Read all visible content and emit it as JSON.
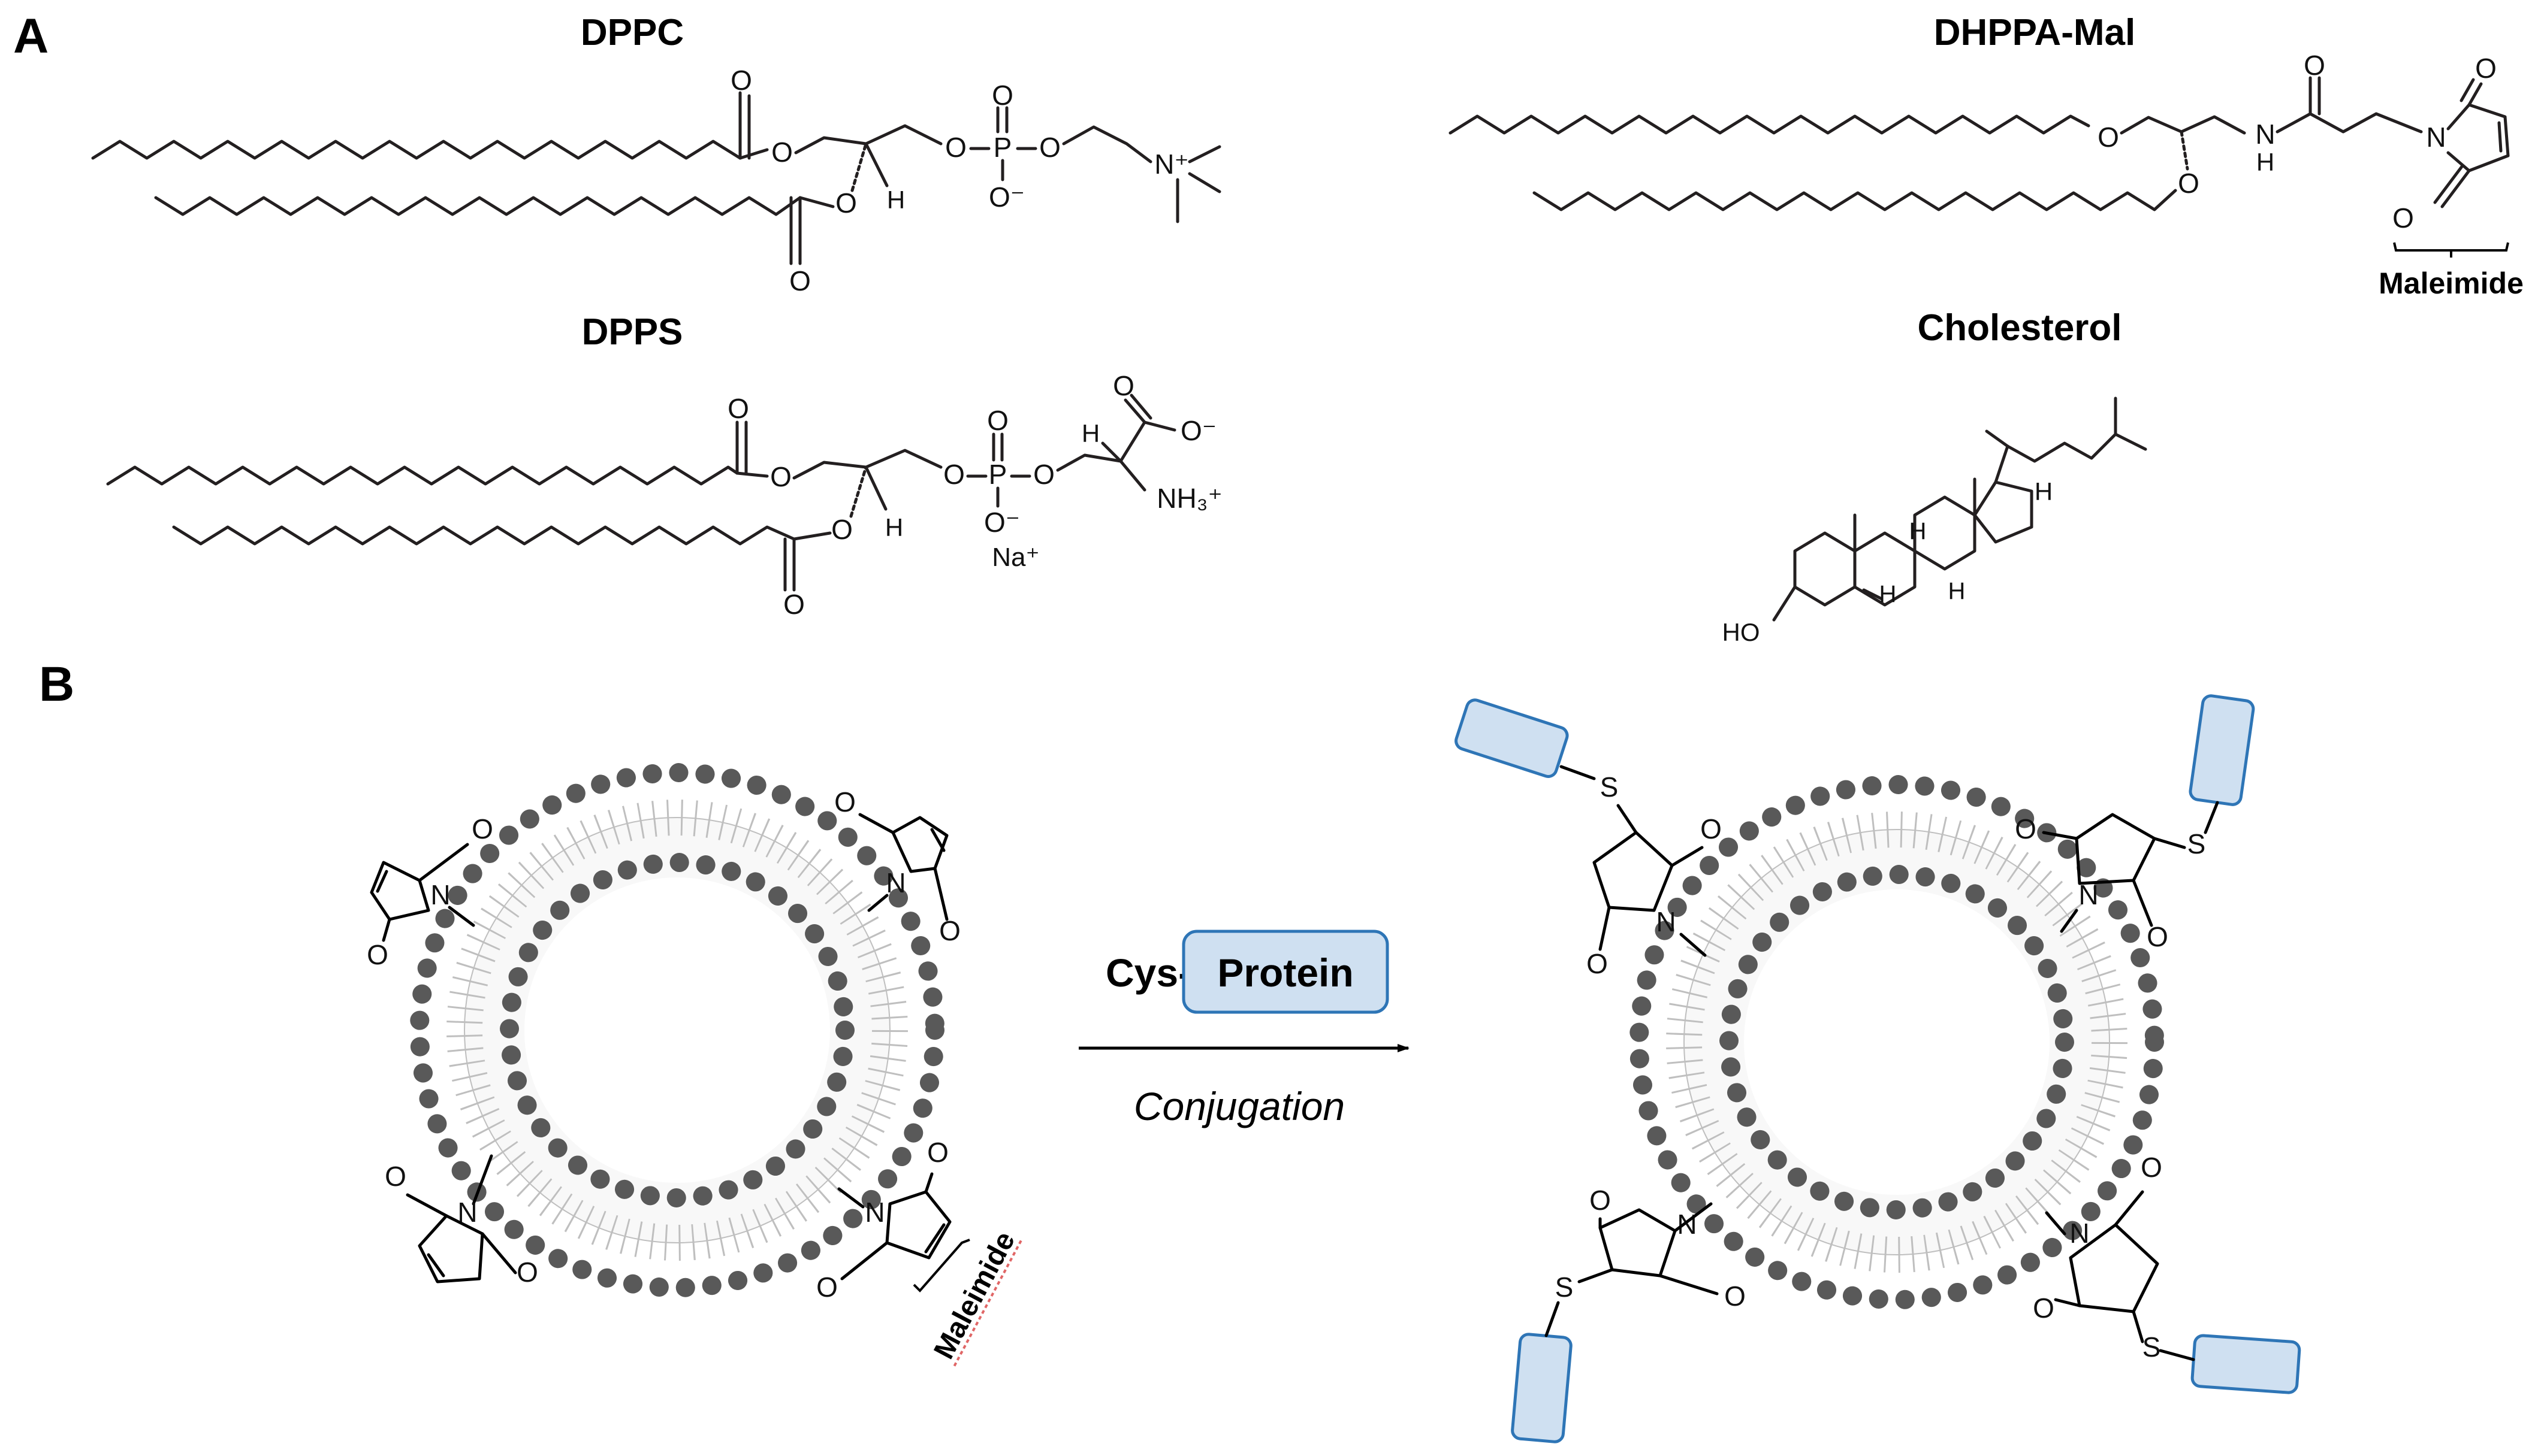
{
  "panels": {
    "a": "A",
    "b": "B"
  },
  "molecules": {
    "dppc": "DPPC",
    "dpps": "DPPS",
    "dhppa": "DHPPA-Mal",
    "chol": "Cholesterol"
  },
  "maleimide_label": "Maleimide",
  "scheme": {
    "cys_prefix": "Cys-",
    "protein": "Protein",
    "step": "Conjugation"
  },
  "atoms": {
    "O": "O",
    "H": "H",
    "P": "P",
    "N": "N",
    "S": "S",
    "NH": "NH",
    "Ominus": "O⁻",
    "Nplus": "N⁺",
    "NH3plus": "NH₃⁺",
    "Naplus": "Na⁺",
    "HO": "HO"
  },
  "colors": {
    "protein_fill": "#cfe0f1",
    "protein_stroke": "#2e75b6",
    "bilayer_head": "#595959",
    "bilayer_tail": "#bfbfbf",
    "maleimide_underline": "#e06666"
  }
}
